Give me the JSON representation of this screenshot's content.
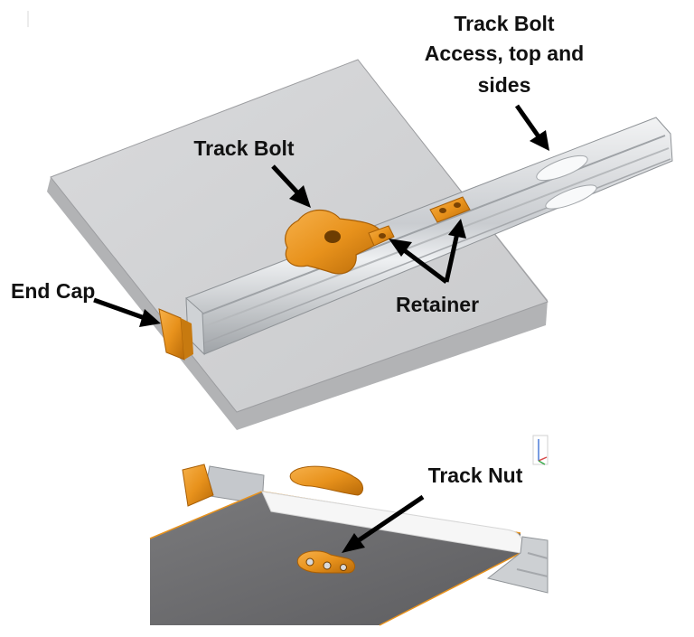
{
  "labels": {
    "track_bolt_access": [
      "Track Bolt",
      "Access, top and",
      "sides"
    ],
    "track_bolt": "Track Bolt",
    "end_cap": "End Cap",
    "retainer": "Retainer",
    "track_nut": "Track Nut"
  },
  "colors": {
    "plate_top": "#d2d3d5",
    "plate_edge": "#b3b4b6",
    "rail_light": "#e4e6e8",
    "rail_dark": "#a8abae",
    "part_orange": "#e8921c",
    "part_orange_dark": "#b86a08",
    "underside_plate": "#6b6b6d",
    "arrow": "#000000",
    "text": "#111111"
  }
}
